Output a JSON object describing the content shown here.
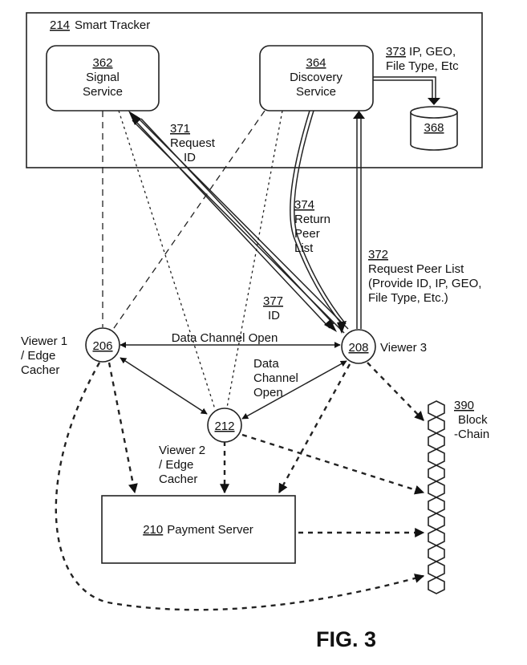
{
  "figure_label": "FIG. 3",
  "smart_tracker": {
    "ref": "214",
    "label": "Smart Tracker"
  },
  "signal_service": {
    "ref": "362",
    "line1": "Signal",
    "line2": "Service"
  },
  "discovery_service": {
    "ref": "364",
    "line1": "Discovery",
    "line2": "Service"
  },
  "database": {
    "ref": "368"
  },
  "arrow_373": {
    "ref": "373",
    "line1": "IP, GEO,",
    "line2": "File Type, Etc"
  },
  "arrow_371": {
    "ref": "371",
    "line1": "Request",
    "line2": "ID"
  },
  "arrow_374": {
    "ref": "374",
    "line1": "Return",
    "line2": "Peer",
    "line3": "List"
  },
  "arrow_372": {
    "ref": "372",
    "line1": "Request Peer List",
    "line2": "(Provide ID, IP, GEO,",
    "line3": "File Type, Etc.)"
  },
  "arrow_377": {
    "ref": "377",
    "line1": "ID"
  },
  "node_206": {
    "ref": "206",
    "line1": "Viewer 1",
    "line2": "/ Edge",
    "line3": "Cacher"
  },
  "node_208": {
    "ref": "208",
    "label": "Viewer 3"
  },
  "node_212": {
    "ref": "212",
    "line1": "Viewer 2",
    "line2": "/ Edge",
    "line3": "Cacher"
  },
  "data_channel_top": "Data Channel Open",
  "data_channel_right": {
    "line1": "Data",
    "line2": "Channel",
    "line3": "Open"
  },
  "payment_server": {
    "ref": "210",
    "label": "Payment Server"
  },
  "blockchain": {
    "ref": "390",
    "line1": "Block",
    "line2": "-Chain"
  }
}
